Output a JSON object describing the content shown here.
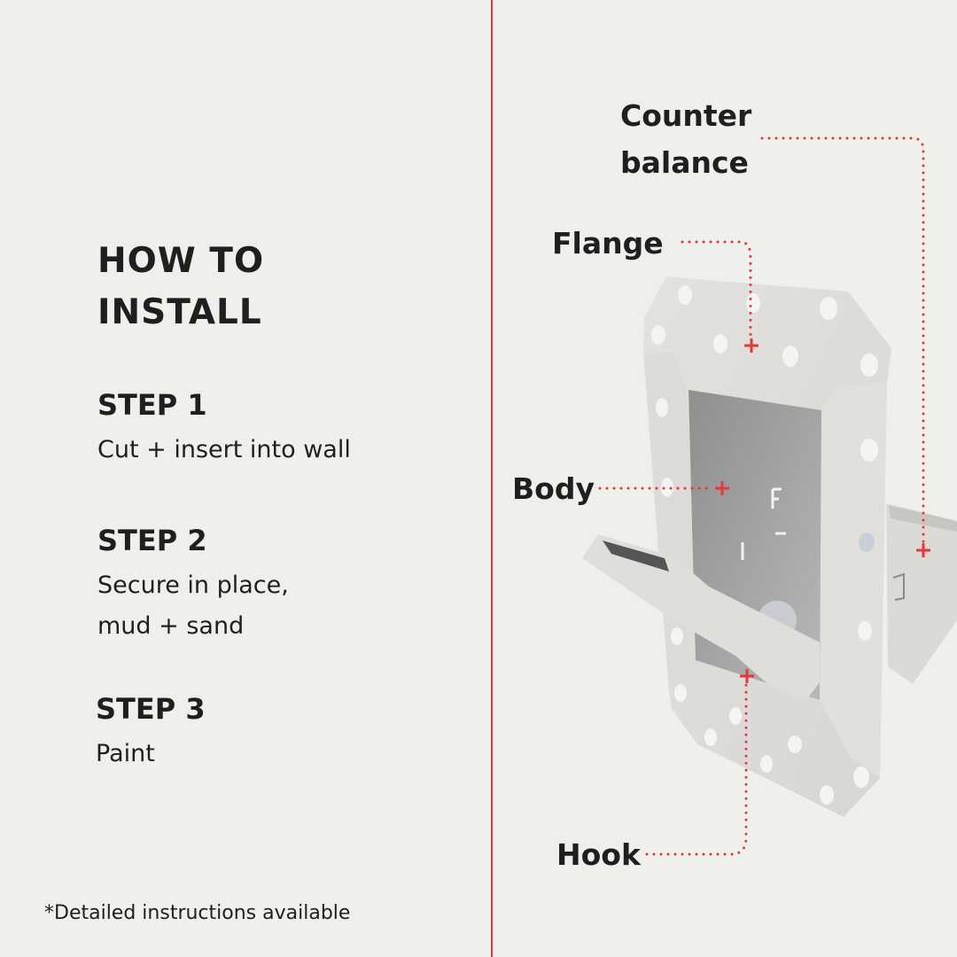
{
  "left": {
    "title_line1": "HOW TO",
    "title_line2": "INSTALL",
    "steps": [
      {
        "heading": "STEP 1",
        "lines": [
          "Cut + insert into wall"
        ]
      },
      {
        "heading": "STEP 2",
        "lines": [
          "Secure in place,",
          "mud + sand"
        ]
      },
      {
        "heading": "STEP 3",
        "lines": [
          "Paint"
        ]
      }
    ],
    "footnote": "*Detailed instructions available"
  },
  "diagram": {
    "labels": {
      "counter_line1": "Counter",
      "counter_line2": "balance",
      "flange": "Flange",
      "body": "Body",
      "hook": "Hook"
    }
  },
  "colors": {
    "background": "#eff0ec",
    "accent": "#e0393e",
    "text": "#1f1f1f"
  }
}
